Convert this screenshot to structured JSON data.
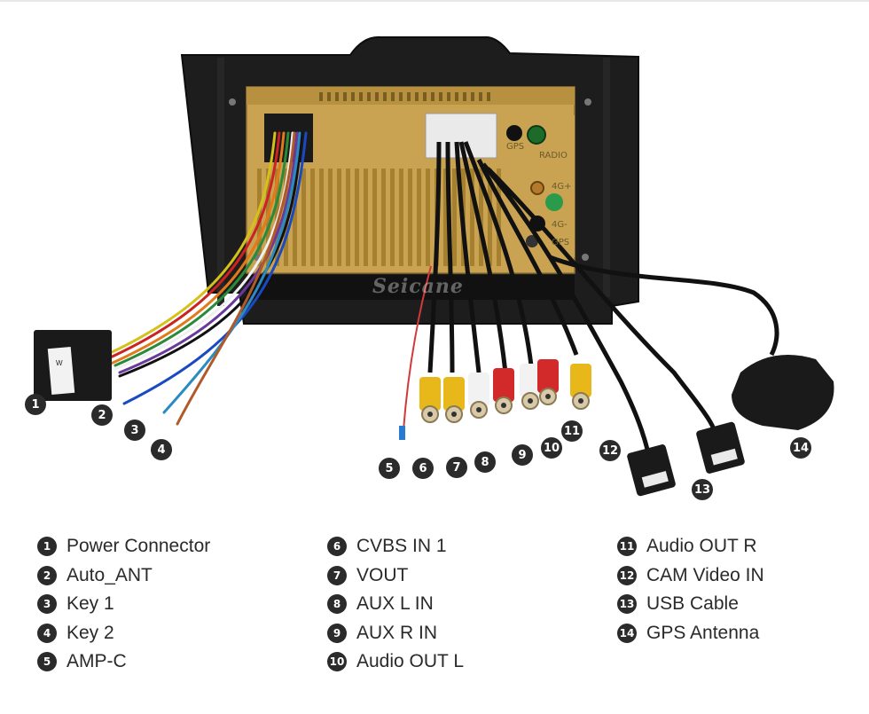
{
  "watermark": "Seicane",
  "port_labels": {
    "gps": "GPS",
    "radio": "RADIO",
    "4g1": "4G+",
    "4g2": "4G-",
    "gps2": "GPS"
  },
  "connector_tag": "W",
  "callouts": [
    {
      "n": "1"
    },
    {
      "n": "2"
    },
    {
      "n": "3"
    },
    {
      "n": "4"
    },
    {
      "n": "5"
    },
    {
      "n": "6"
    },
    {
      "n": "7"
    },
    {
      "n": "8"
    },
    {
      "n": "9"
    },
    {
      "n": "10"
    },
    {
      "n": "11"
    },
    {
      "n": "12"
    },
    {
      "n": "13"
    },
    {
      "n": "14"
    }
  ],
  "legend": {
    "col1": [
      {
        "n": "1",
        "label": "Power Connector"
      },
      {
        "n": "2",
        "label": "Auto_ANT"
      },
      {
        "n": "3",
        "label": "Key 1"
      },
      {
        "n": "4",
        "label": "Key 2"
      },
      {
        "n": "5",
        "label": "AMP-C"
      }
    ],
    "col2": [
      {
        "n": "6",
        "label": "CVBS IN 1"
      },
      {
        "n": "7",
        "label": "VOUT"
      },
      {
        "n": "8",
        "label": "AUX L IN"
      },
      {
        "n": "9",
        "label": "AUX R IN"
      },
      {
        "n": "10",
        "label": "Audio OUT L"
      }
    ],
    "col3": [
      {
        "n": "11",
        "label": "Audio OUT R"
      },
      {
        "n": "12",
        "label": "CAM Video IN"
      },
      {
        "n": "13",
        "label": "USB Cable"
      },
      {
        "n": "14",
        "label": "GPS Antenna"
      }
    ]
  }
}
